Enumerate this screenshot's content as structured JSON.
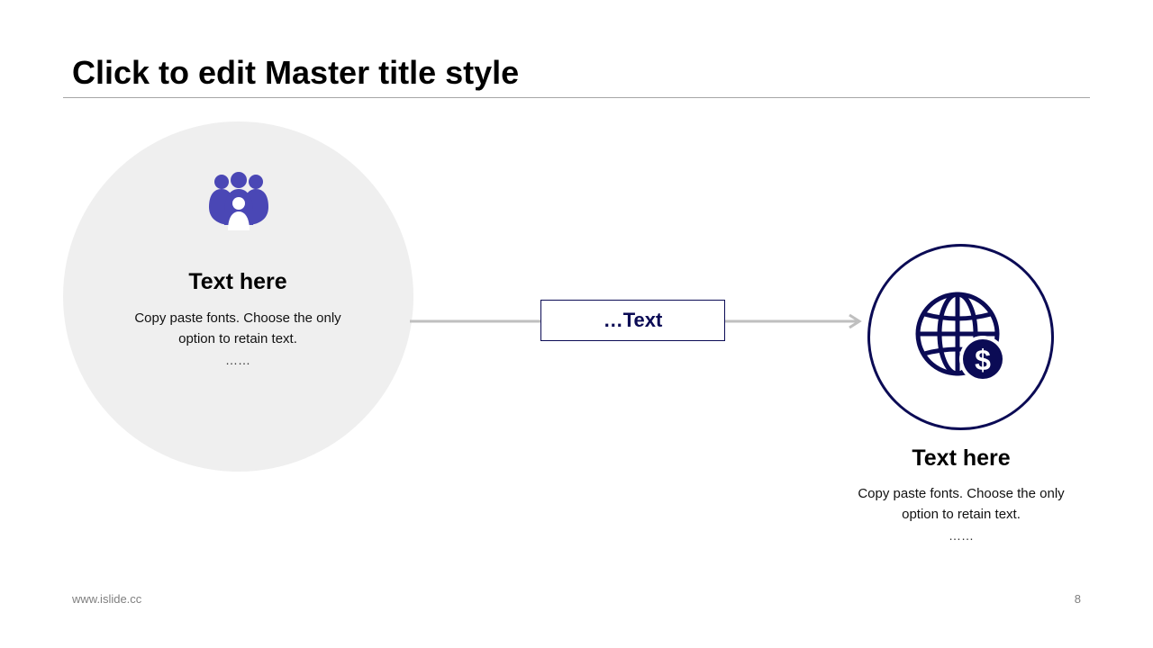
{
  "slide": {
    "title": "Click to edit Master title style"
  },
  "left_block": {
    "icon": "people-group-icon",
    "heading": "Text here",
    "body_line1": "Copy paste fonts. Choose the only",
    "body_line2": "option to retain text.",
    "dots": "……"
  },
  "connector": {
    "label": "…Text"
  },
  "right_block": {
    "icon": "globe-dollar-icon",
    "heading": "Text here",
    "body_line1": "Copy paste fonts. Choose the only",
    "body_line2": "option to retain text.",
    "dots": "……"
  },
  "footer": {
    "url": "www.islide.cc",
    "page_number": "8"
  },
  "colors": {
    "accent_dark": "#0b0b55",
    "accent_purple": "#4a47b5",
    "circle_fill": "#efefef",
    "connector_line": "#bfbfbf"
  }
}
